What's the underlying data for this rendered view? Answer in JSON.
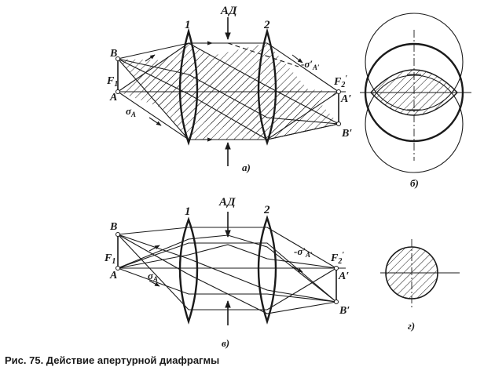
{
  "caption": "Рис. 75. Действие апертурной диафрагмы",
  "labels": {
    "aperture_stop": "АД",
    "lens_1": "1",
    "lens_2": "2",
    "point_B": "B",
    "point_A": "A",
    "focus_F1": "F",
    "focus_F1_sub": "1",
    "focus_F2": "F",
    "focus_F2_sub": "2",
    "focus_F2_prime": "′",
    "image_A": "A′",
    "image_B": "B′",
    "sigma_A": "σ",
    "sigma_A_sub": "A",
    "sigma_A_prime": "-σ′",
    "sigma_A_prime_sub": "A′"
  },
  "panels": {
    "a": "а)",
    "b": "б)",
    "v": "в)",
    "g": "г)"
  }
}
